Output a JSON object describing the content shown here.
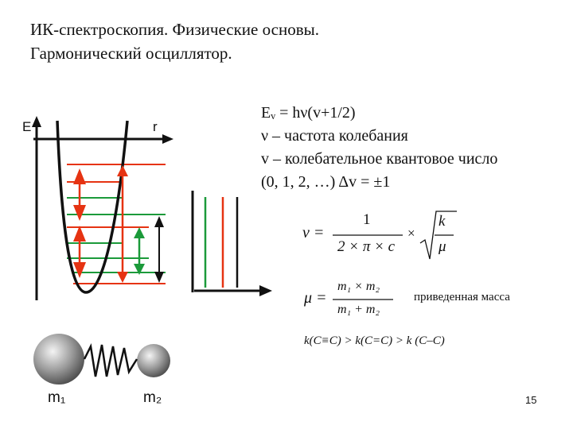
{
  "title": {
    "line1": "ИК-спектроскопия. Физические основы.",
    "line2": "Гармонический осциллятор."
  },
  "equations": {
    "energy": "Eᵥ = hν(v+1/2)",
    "nu_def": "ν – частота колебания",
    "v_def": "v – колебательное квантовое число",
    "selection": "(0, 1, 2, …) Δv = ±1"
  },
  "diagram": {
    "axis_e": "E",
    "axis_r": "r",
    "mass1": "m₁",
    "mass2": "m₂"
  },
  "formulas": {
    "nu_lhs": "ν =",
    "nu_num": "1",
    "nu_den": "2 × π × c",
    "times": "×",
    "k": "k",
    "mu": "μ",
    "mu_lhs": "μ =",
    "mu_num": "m₁ × m₂",
    "mu_den": "m₁ + m₂",
    "reduced_mass": "приведенная масса"
  },
  "bond_order": "k(C≡C) > k(C=C) > k (C–C)",
  "page_number": "15",
  "colors": {
    "red": "#e63312",
    "green": "#1b9a3a",
    "black": "#111111"
  }
}
